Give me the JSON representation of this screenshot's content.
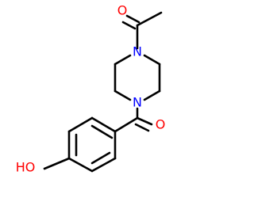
{
  "molecule": {
    "labels": {
      "carbonyl_oxygen_top": "O",
      "piperazine_nitrogen_top": "N",
      "piperazine_nitrogen_bottom": "N",
      "carbonyl_oxygen_bottom": "O",
      "hydroxyl_group": "HO"
    },
    "colors": {
      "oxygen": "#ff0000",
      "nitrogen": "#0000ff",
      "bond": "#000000",
      "background": "#ffffff"
    }
  }
}
